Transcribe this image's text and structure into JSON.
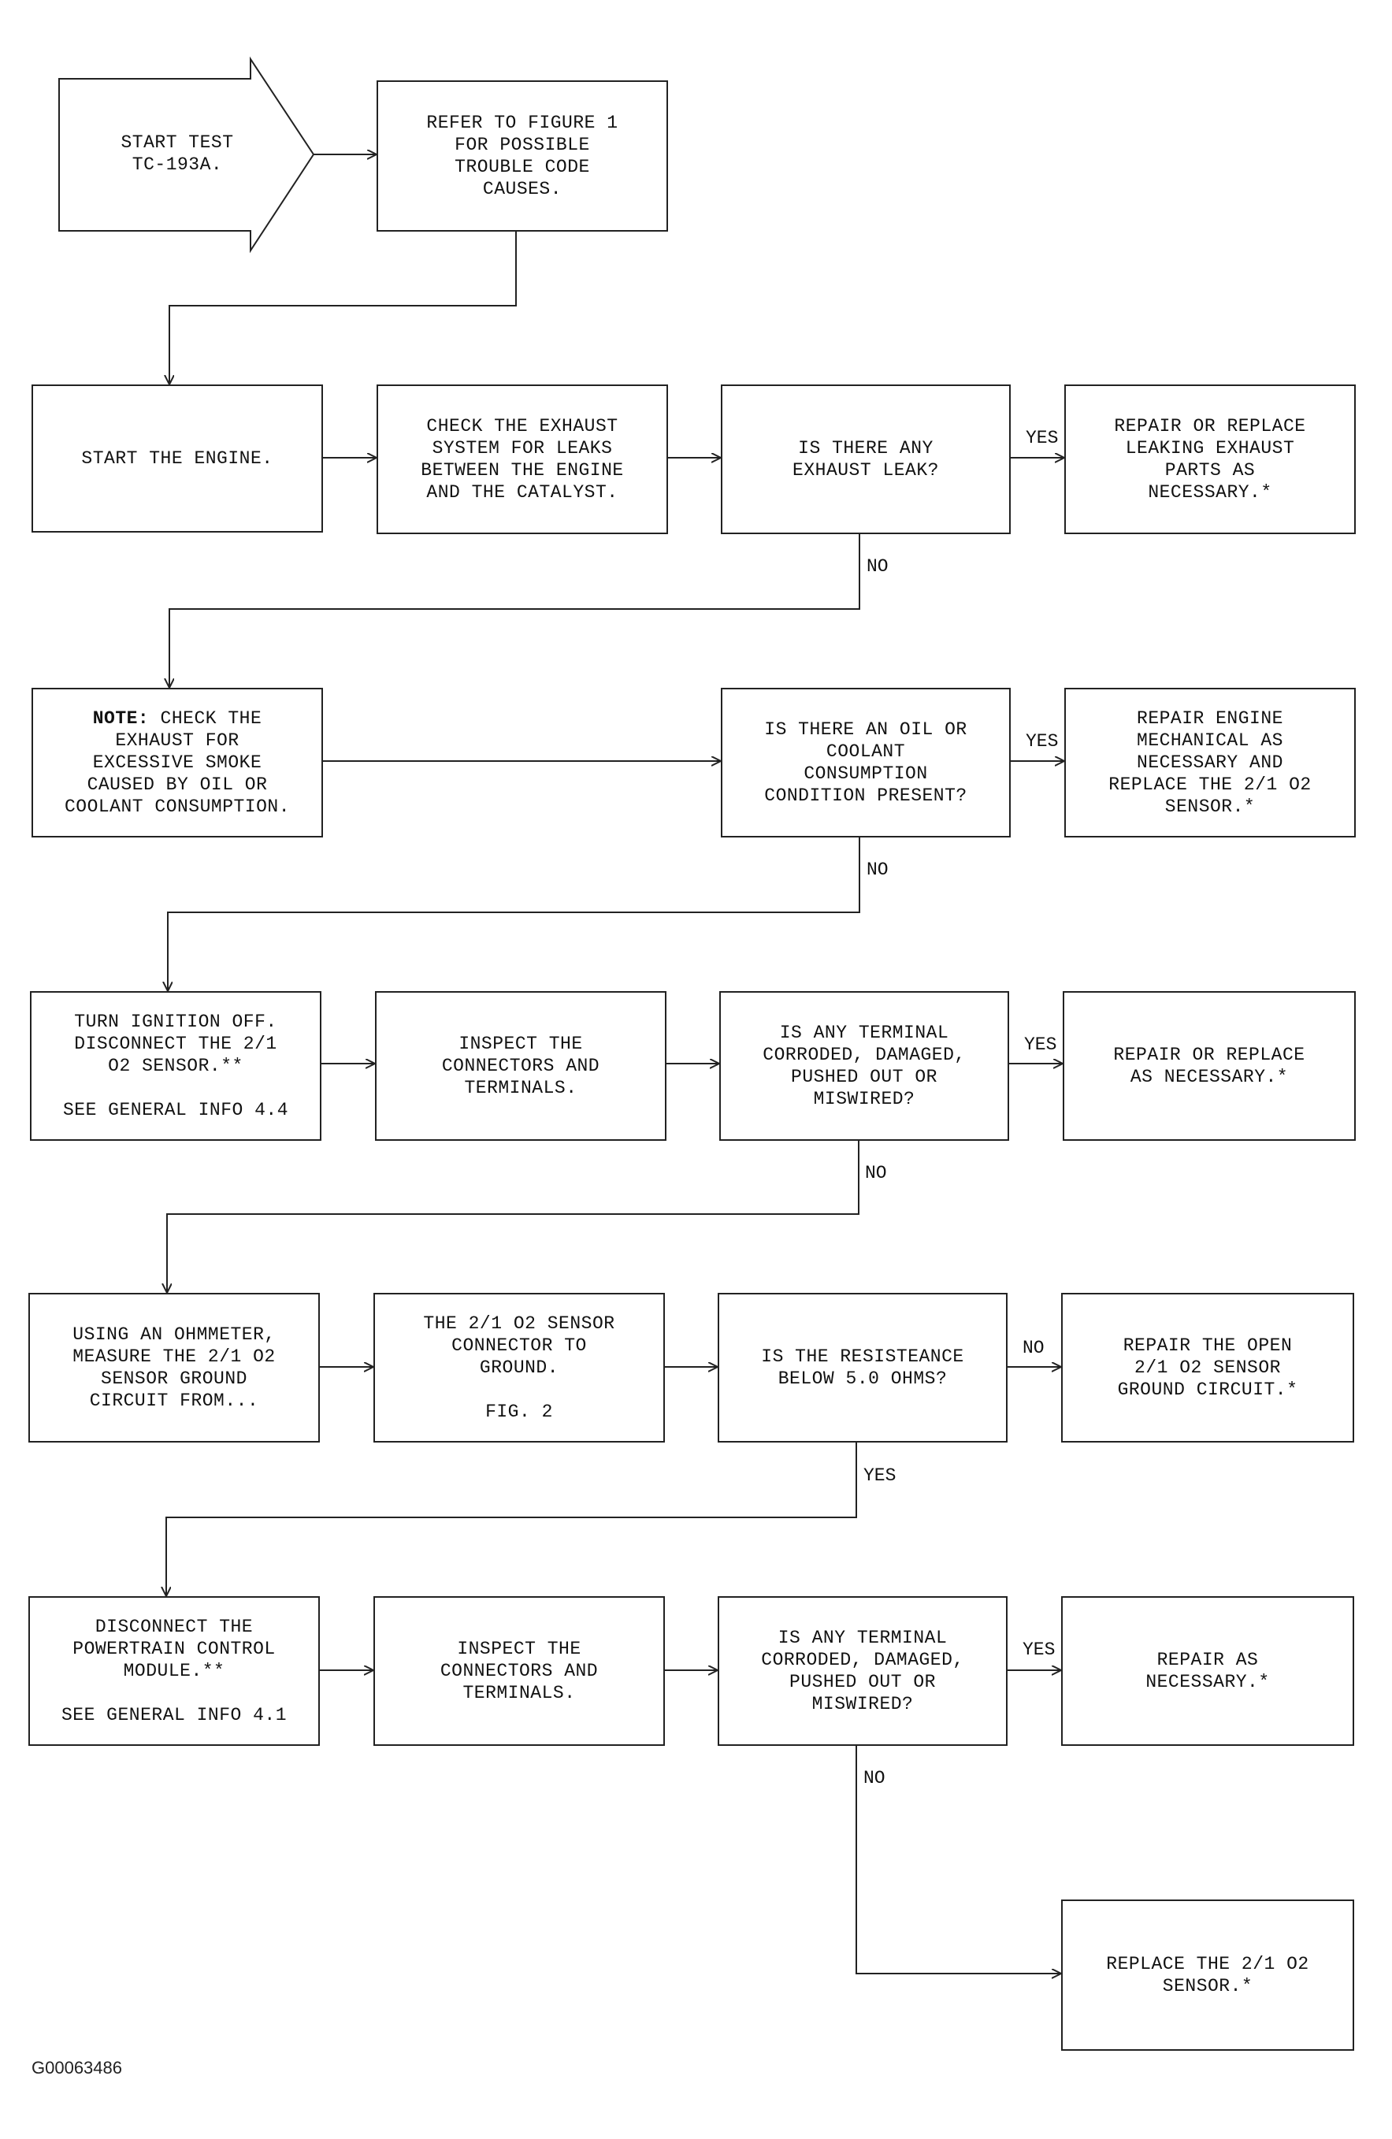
{
  "start": {
    "text": "START TEST\nTC-193A."
  },
  "nodes": {
    "refer_fig1": "REFER TO FIGURE 1\nFOR POSSIBLE\nTROUBLE CODE\nCAUSES.",
    "start_engine": "START THE ENGINE.",
    "check_exhaust": "CHECK THE EXHAUST\nSYSTEM FOR LEAKS\nBETWEEN THE ENGINE\nAND THE CATALYST.",
    "q_exhaust_leak": "IS THERE ANY\nEXHAUST LEAK?",
    "repair_exhaust": "REPAIR OR REPLACE\nLEAKING EXHAUST\nPARTS AS\nNECESSARY.*",
    "note_label": "NOTE:",
    "note_text_line1": " CHECK THE",
    "note_text_rest": "EXHAUST FOR\nEXCESSIVE SMOKE\nCAUSED BY OIL OR\nCOOLANT CONSUMPTION.",
    "q_oil_coolant": "IS THERE AN OIL OR\nCOOLANT\nCONSUMPTION\nCONDITION PRESENT?",
    "repair_engine": "REPAIR ENGINE\nMECHANICAL AS\nNECESSARY AND\nREPLACE THE 2/1 O2\nSENSOR.*",
    "turn_ignition": "TURN IGNITION OFF.\nDISCONNECT THE 2/1\nO2 SENSOR.**\n\nSEE GENERAL INFO 4.4",
    "inspect_conn_1": "INSPECT THE\nCONNECTORS AND\nTERMINALS.",
    "q_terminal_1": "IS ANY TERMINAL\nCORRODED, DAMAGED,\nPUSHED OUT OR\nMISWIRED?",
    "repair_replace": "REPAIR OR REPLACE\nAS NECESSARY.*",
    "ohmmeter": "USING AN OHMMETER,\nMEASURE THE 2/1 O2\nSENSOR GROUND\nCIRCUIT FROM...",
    "sensor_to_ground": "THE 2/1 O2 SENSOR\nCONNECTOR TO\nGROUND.\n\nFIG. 2",
    "q_resistance": "IS THE RESISTEANCE\nBELOW 5.0 OHMS?",
    "repair_open": "REPAIR THE OPEN\n2/1 O2 SENSOR\nGROUND CIRCUIT.*",
    "disconnect_pcm": "DISCONNECT THE\nPOWERTRAIN CONTROL\nMODULE.**\n\nSEE GENERAL INFO 4.1",
    "inspect_conn_2": "INSPECT THE\nCONNECTORS AND\nTERMINALS.",
    "q_terminal_2": "IS ANY TERMINAL\nCORRODED, DAMAGED,\nPUSHED OUT OR\nMISWIRED?",
    "repair_as_necessary": "REPAIR AS\nNECESSARY.*",
    "replace_sensor": "REPLACE THE 2/1 O2\nSENSOR.*"
  },
  "labels": {
    "yes_1": "YES",
    "no_1": "NO",
    "yes_2": "YES",
    "no_2": "NO",
    "yes_3": "YES",
    "no_3": "NO",
    "no_4": "NO",
    "yes_4": "YES",
    "yes_5": "YES",
    "no_5": "NO"
  },
  "figure_id": "G00063486"
}
